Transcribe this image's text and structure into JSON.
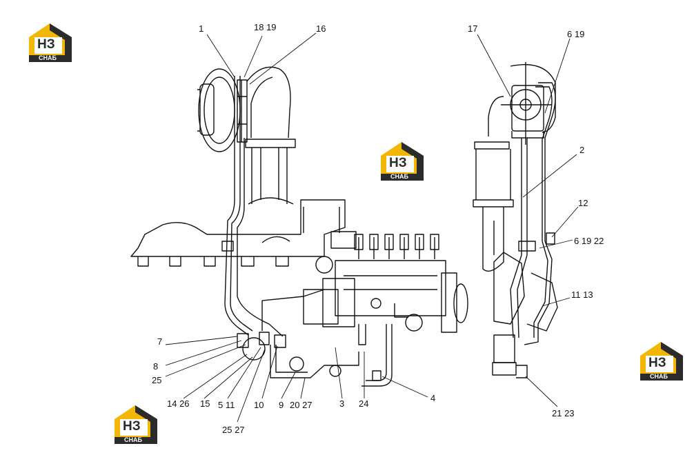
{
  "diagram": {
    "callouts": [
      {
        "id": "c1",
        "text": "1"
      },
      {
        "id": "c18_19",
        "text": "18 19"
      },
      {
        "id": "c16",
        "text": "16"
      },
      {
        "id": "c17",
        "text": "17"
      },
      {
        "id": "c6_19_top",
        "text": "6 19"
      },
      {
        "id": "c2",
        "text": "2"
      },
      {
        "id": "c12",
        "text": "12"
      },
      {
        "id": "c6_19_22",
        "text": "6 19 22"
      },
      {
        "id": "c11_13",
        "text": "11 13"
      },
      {
        "id": "c7",
        "text": "7"
      },
      {
        "id": "c8",
        "text": "8"
      },
      {
        "id": "c25",
        "text": "25"
      },
      {
        "id": "c14_26",
        "text": "14 26"
      },
      {
        "id": "c15",
        "text": "15"
      },
      {
        "id": "c5_11",
        "text": "5 11"
      },
      {
        "id": "c10",
        "text": "10"
      },
      {
        "id": "c9",
        "text": "9"
      },
      {
        "id": "c20_27",
        "text": "20 27"
      },
      {
        "id": "c3",
        "text": "3"
      },
      {
        "id": "c24",
        "text": "24"
      },
      {
        "id": "c4",
        "text": "4"
      },
      {
        "id": "c25_27",
        "text": "25 27"
      },
      {
        "id": "c21_23",
        "text": "21 23"
      }
    ],
    "watermark": {
      "badge": "НЗ",
      "caption": "СНАБ"
    }
  },
  "colors": {
    "line": "#111111",
    "logo_yellow": "#f2b705",
    "logo_dark": "#2b2b2b"
  }
}
